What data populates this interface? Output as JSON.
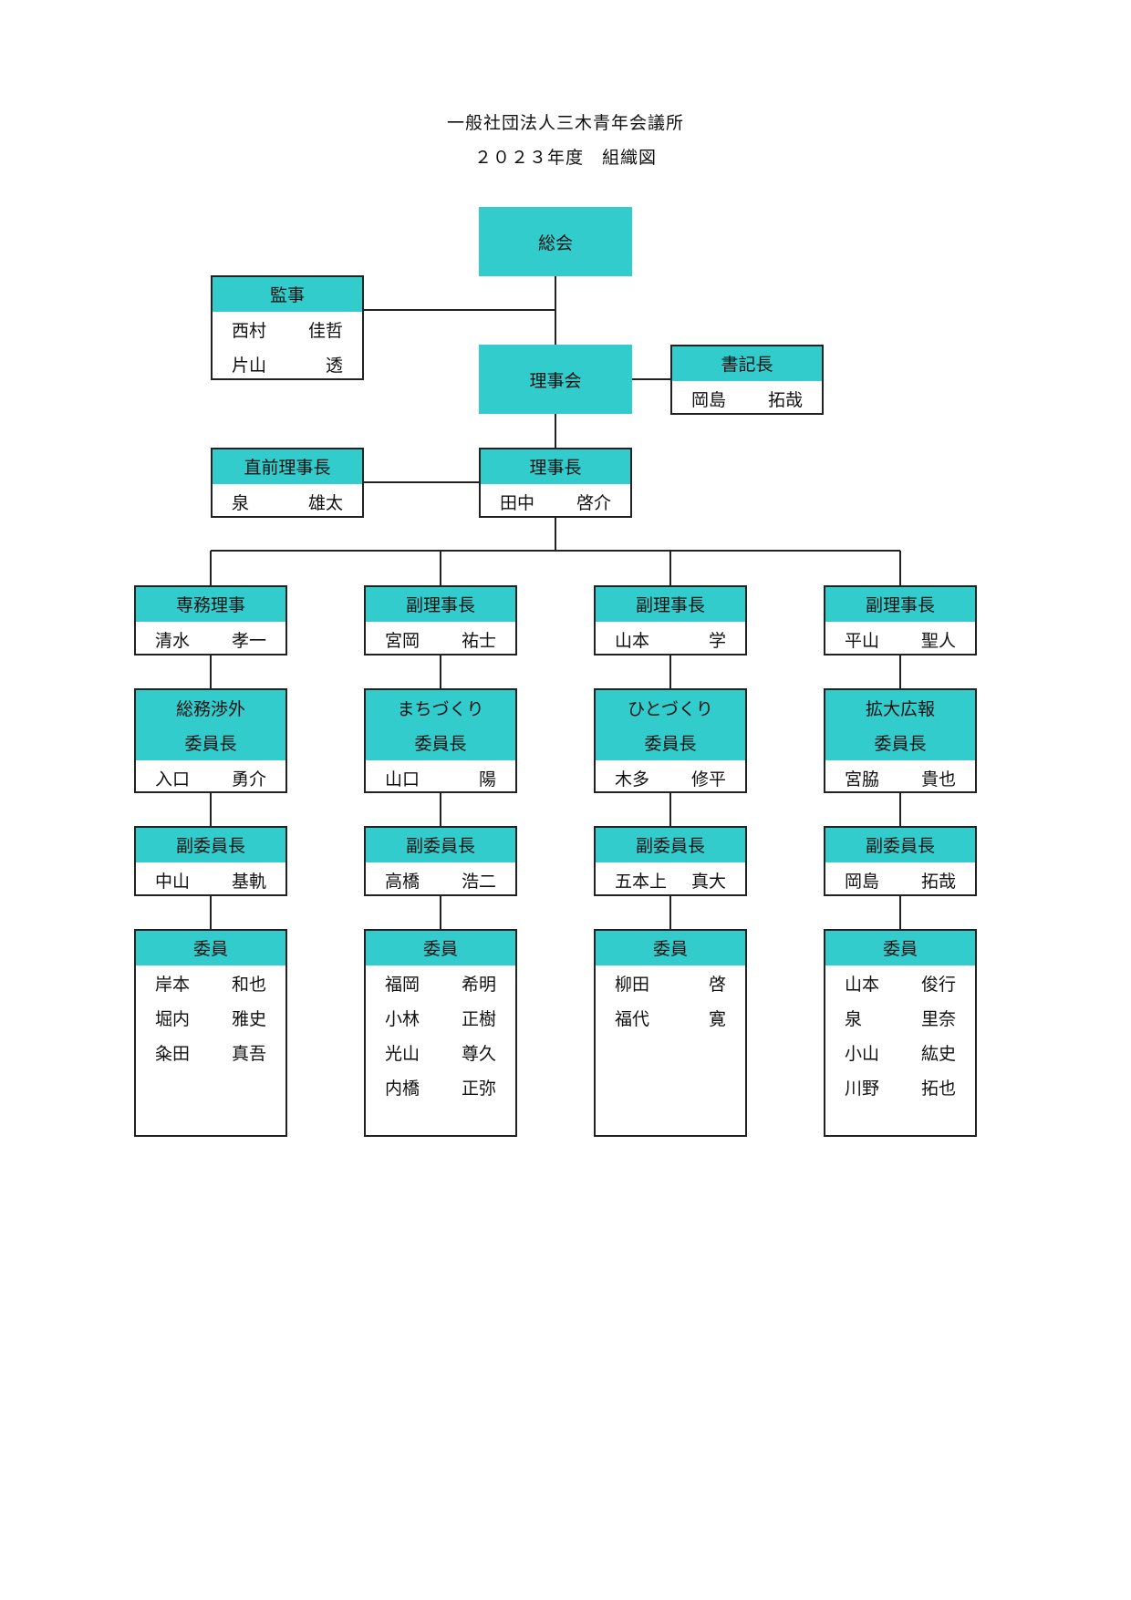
{
  "title_line1": "一般社団法人三木青年会議所",
  "title_line2": "２０２３年度　組織図",
  "theme": {
    "header_color": "#33cccc",
    "line_color": "#222222"
  },
  "nodes": {
    "soukai": {
      "label": "総会"
    },
    "kanji": {
      "header": "監事",
      "members": [
        [
          "西村",
          "佳哲"
        ],
        [
          "片山",
          "透"
        ]
      ]
    },
    "rijikai": {
      "label": "理事会"
    },
    "shokicho": {
      "header": "書記長",
      "members": [
        [
          "岡島",
          "拓哉"
        ]
      ]
    },
    "chokuzen": {
      "header": "直前理事長",
      "members": [
        [
          "泉",
          "雄太"
        ]
      ]
    },
    "rijicho": {
      "header": "理事長",
      "members": [
        [
          "田中",
          "啓介"
        ]
      ]
    },
    "columns": [
      {
        "officer": {
          "header": "専務理事",
          "members": [
            [
              "清水",
              "孝一"
            ]
          ]
        },
        "committee": {
          "header": [
            "総務渉外",
            "委員長"
          ],
          "members": [
            [
              "入口",
              "勇介"
            ]
          ]
        },
        "vice": {
          "header": "副委員長",
          "members": [
            [
              "中山",
              "基軌"
            ]
          ]
        },
        "iin": {
          "header": "委員",
          "members": [
            [
              "岸本",
              "和也"
            ],
            [
              "堀内",
              "雅史"
            ],
            [
              "粂田",
              "真吾"
            ]
          ]
        }
      },
      {
        "officer": {
          "header": "副理事長",
          "members": [
            [
              "宮岡",
              "祐士"
            ]
          ]
        },
        "committee": {
          "header": [
            "まちづくり",
            "委員長"
          ],
          "members": [
            [
              "山口",
              "陽"
            ]
          ]
        },
        "vice": {
          "header": "副委員長",
          "members": [
            [
              "高橋",
              "浩二"
            ]
          ]
        },
        "iin": {
          "header": "委員",
          "members": [
            [
              "福岡",
              "希明"
            ],
            [
              "小林",
              "正樹"
            ],
            [
              "光山",
              "尊久"
            ],
            [
              "内橋",
              "正弥"
            ]
          ]
        }
      },
      {
        "officer": {
          "header": "副理事長",
          "members": [
            [
              "山本",
              "学"
            ]
          ]
        },
        "committee": {
          "header": [
            "ひとづくり",
            "委員長"
          ],
          "members": [
            [
              "木多",
              "修平"
            ]
          ]
        },
        "vice": {
          "header": "副委員長",
          "members": [
            [
              "五本上",
              "真大"
            ]
          ]
        },
        "iin": {
          "header": "委員",
          "members": [
            [
              "柳田",
              "啓"
            ],
            [
              "福代",
              "寛"
            ]
          ]
        }
      },
      {
        "officer": {
          "header": "副理事長",
          "members": [
            [
              "平山",
              "聖人"
            ]
          ]
        },
        "committee": {
          "header": [
            "拡大広報",
            "委員長"
          ],
          "members": [
            [
              "宮脇",
              "貴也"
            ]
          ]
        },
        "vice": {
          "header": "副委員長",
          "members": [
            [
              "岡島",
              "拓哉"
            ]
          ]
        },
        "iin": {
          "header": "委員",
          "members": [
            [
              "山本",
              "俊行"
            ],
            [
              "泉",
              "里奈"
            ],
            [
              "小山",
              "紘史"
            ],
            [
              "川野",
              "拓也"
            ]
          ]
        }
      }
    ]
  }
}
